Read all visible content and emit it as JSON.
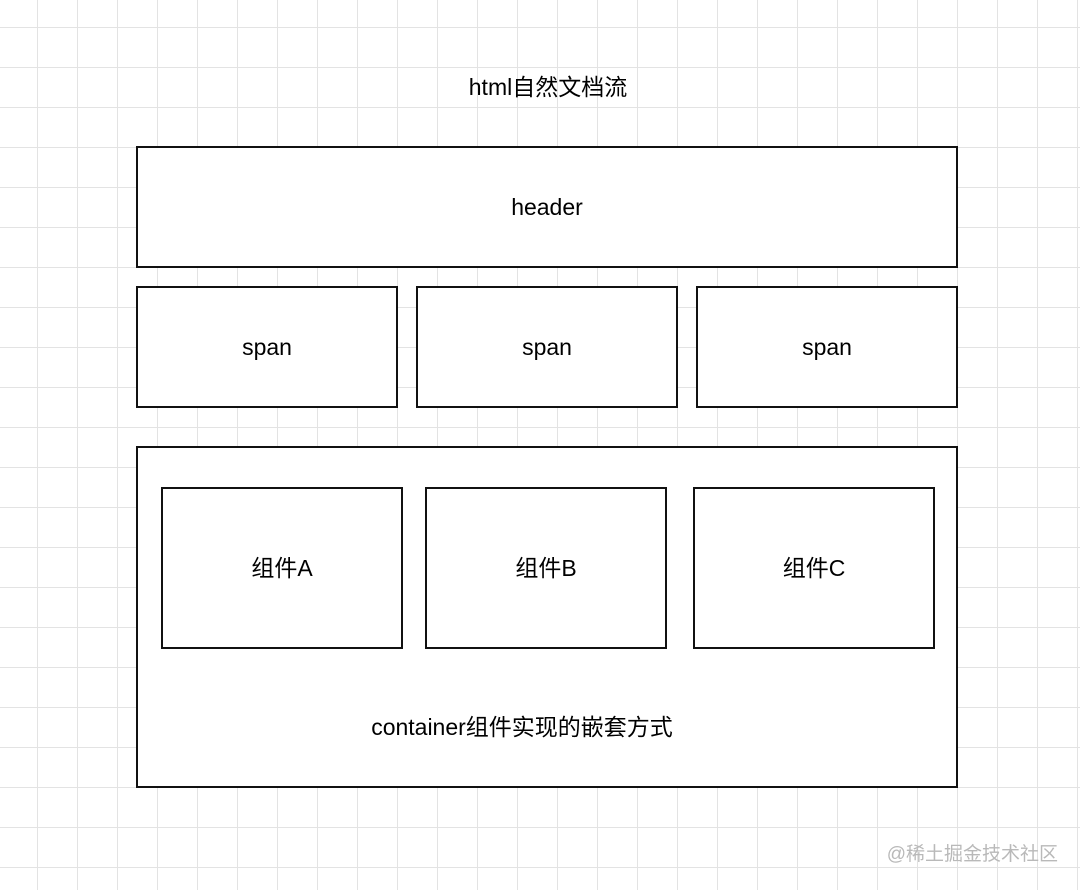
{
  "diagram": {
    "title": "html自然文档流",
    "header_label": "header",
    "spans": [
      "span",
      "span",
      "span"
    ],
    "container": {
      "components": [
        "组件A",
        "组件B",
        "组件C"
      ],
      "caption": "container组件实现的嵌套方式"
    }
  },
  "watermark": "@稀土掘金技术社区",
  "colors": {
    "border": "#111111",
    "grid_line": "#e3e3e3",
    "background": "#ffffff",
    "watermark": "#b9b9b9"
  }
}
